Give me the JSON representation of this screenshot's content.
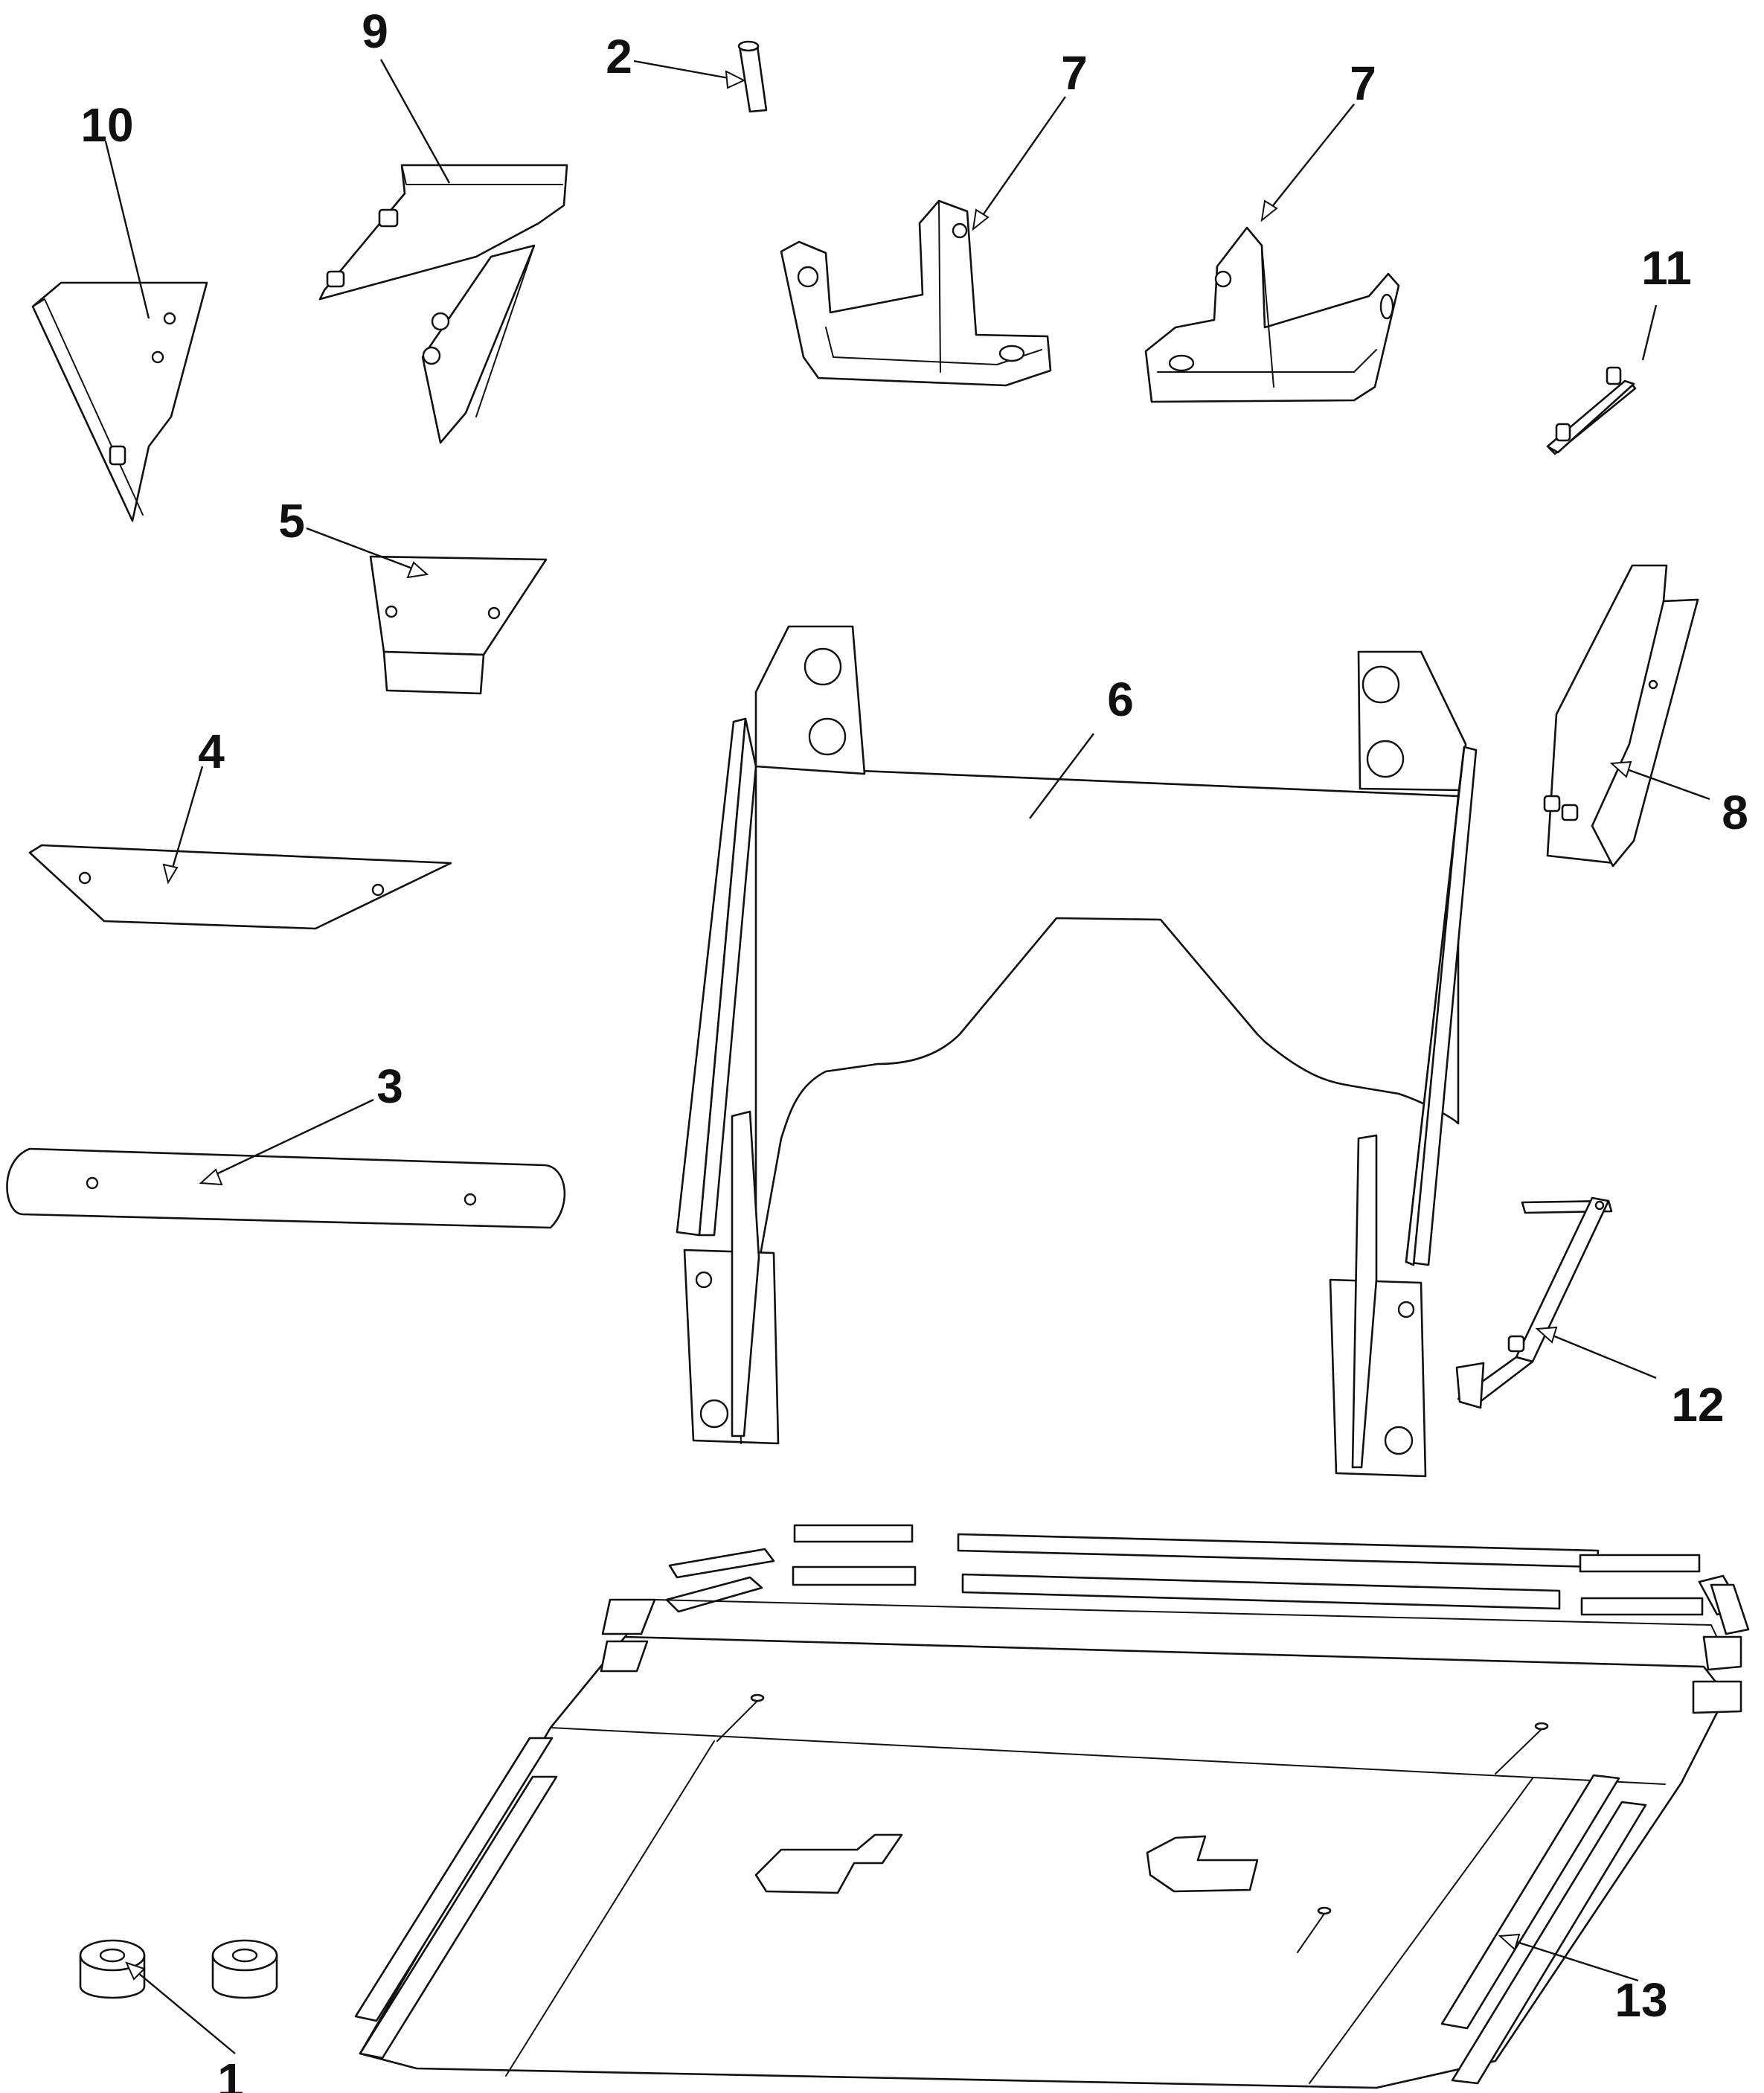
{
  "diagram": {
    "line_color": "#111111",
    "background": "#ffffff",
    "callouts": [
      {
        "id": "c1",
        "text": "1"
      },
      {
        "id": "c2",
        "text": "2"
      },
      {
        "id": "c3",
        "text": "3"
      },
      {
        "id": "c4",
        "text": "4"
      },
      {
        "id": "c5",
        "text": "5"
      },
      {
        "id": "c6",
        "text": "6"
      },
      {
        "id": "c7a",
        "text": "7"
      },
      {
        "id": "c7b",
        "text": "7"
      },
      {
        "id": "c8",
        "text": "8"
      },
      {
        "id": "c9",
        "text": "9"
      },
      {
        "id": "c10",
        "text": "10"
      },
      {
        "id": "c11",
        "text": "11"
      },
      {
        "id": "c12",
        "text": "12"
      },
      {
        "id": "c13",
        "text": "13"
      }
    ]
  }
}
